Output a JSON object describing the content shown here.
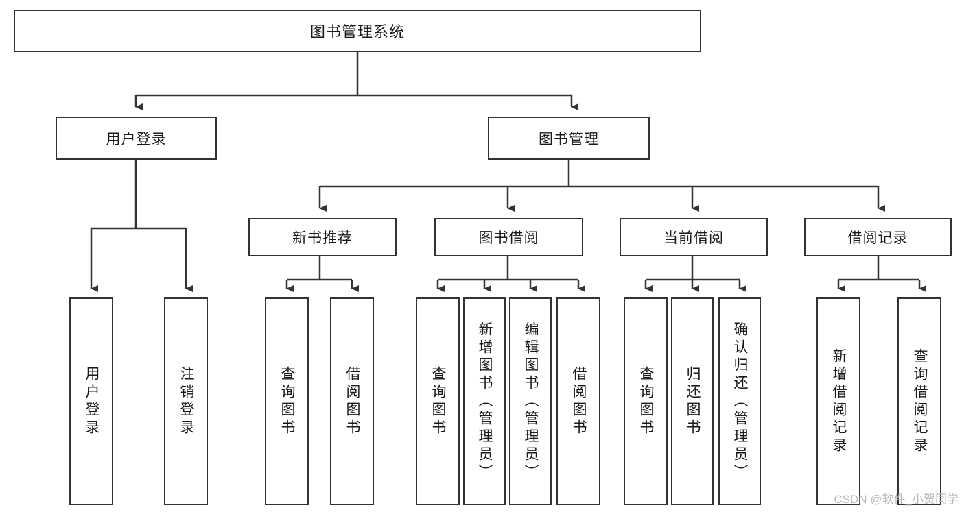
{
  "diagram": {
    "title": "图书管理系统",
    "type": "tree-hierarchy-diagram",
    "levels": {
      "root": {
        "label": "图书管理系统"
      },
      "level2": [
        {
          "id": "user-login",
          "label": "用户登录"
        },
        {
          "id": "book-manage",
          "label": "图书管理"
        }
      ],
      "level3": [
        {
          "id": "new-book-recommend",
          "label": "新书推荐",
          "parent": "book-manage"
        },
        {
          "id": "book-borrow",
          "label": "图书借阅",
          "parent": "book-manage"
        },
        {
          "id": "current-borrow",
          "label": "当前借阅",
          "parent": "book-manage"
        },
        {
          "id": "borrow-record",
          "label": "借阅记录",
          "parent": "book-manage"
        }
      ],
      "leaves": {
        "user-login": [
          "用户登录",
          "注销登录"
        ],
        "new-book-recommend": [
          "查询图书",
          "借阅图书"
        ],
        "book-borrow": [
          "查询图书",
          "新增图书（管理员）",
          "编辑图书（管理员）",
          "借阅图书"
        ],
        "current-borrow": [
          "查询图书",
          "归还图书",
          "确认归还（管理员）"
        ],
        "borrow-record": [
          "新增借阅记录",
          "查询借阅记录"
        ]
      }
    },
    "colors": {
      "stroke": "#333333",
      "fill": "#ffffff",
      "text": "#1a1a1a",
      "watermark": "#b9b9b9"
    }
  },
  "watermark": {
    "text": "CSDN @软件_小贺同学"
  }
}
